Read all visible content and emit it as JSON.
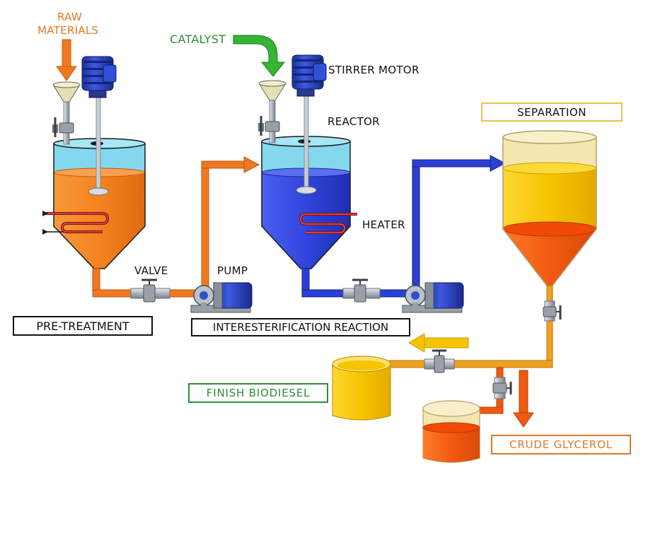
{
  "labels": {
    "raw_materials": [
      "RAW",
      "MATERIALS"
    ],
    "catalyst": "CATALYST",
    "stirrer_motor": "STIRRER MOTOR",
    "reactor": "REACTOR",
    "separation": "SEPARATION",
    "heater": "HEATER",
    "valve": "VALVE",
    "pump": "PUMP",
    "pre_treatment": "PRE-TREATMENT",
    "interesterification_reaction": "INTERESTERIFICATION REACTION",
    "finish_biodiesel": "FINISH BIODIESEL",
    "crude_glycerol": "CRUDE GLYCEROL"
  },
  "colors": {
    "orange_liquid": "#f07d1a",
    "blue_liquid": "#2a3fd6",
    "yellow_liquid": "#f6c400",
    "glycerol": "#f05a10",
    "cyan_top": "#7fd6ec",
    "motor_blue": "#2a48c8",
    "pipe_gray": "#b8bcc4",
    "green_arrow": "#2fa82f",
    "label_orange": "#e07828",
    "label_green": "#2e8b3a"
  },
  "icons": [
    "motor-icon",
    "funnel-icon",
    "valve-icon",
    "pump-icon",
    "heater-coil-icon",
    "flow-arrow-icon"
  ]
}
